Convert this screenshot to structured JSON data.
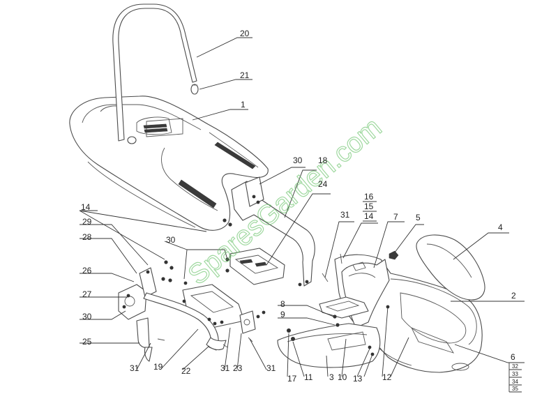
{
  "watermark": "SparesGarden.com",
  "callouts": {
    "c1": "1",
    "c2": "2",
    "c3": "3",
    "c4": "4",
    "c5": "5",
    "c6": "6",
    "c7": "7",
    "c8": "8",
    "c9": "9",
    "c10": "10",
    "c11": "11",
    "c12": "12",
    "c13": "13",
    "c14_left": "14",
    "c14_right": "14",
    "c15": "15",
    "c16": "16",
    "c17": "17",
    "c18": "18",
    "c19": "19",
    "c20": "20",
    "c21": "21",
    "c22": "22",
    "c23": "23",
    "c24": "24",
    "c25": "25",
    "c26": "26",
    "c27": "27",
    "c28": "28",
    "c29": "29",
    "c30_top": "30",
    "c30_mid": "30",
    "c30_left": "30",
    "c31_mid": "31",
    "c31_left": "31",
    "c31_bottom": "31",
    "c31_right": "31",
    "c32": "32",
    "c33": "33",
    "c34": "34",
    "c35": "35"
  }
}
